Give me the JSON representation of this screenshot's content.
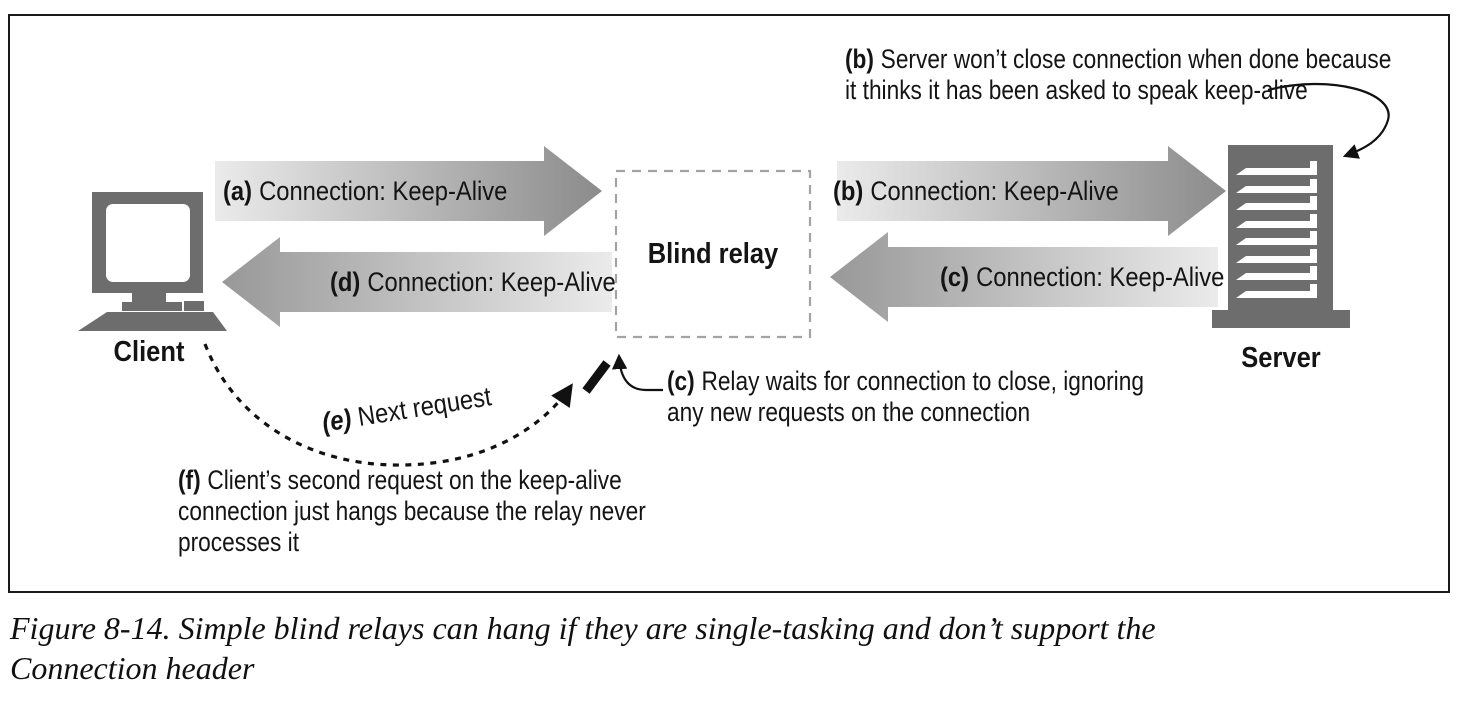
{
  "figure": {
    "caption_line1": "Figure 8-14. Simple blind relays can hang if they are single-tasking and don’t support the",
    "caption_line2": "Connection header"
  },
  "diagram": {
    "client_label": "Client",
    "server_label": "Server",
    "relay_label": "Blind relay",
    "arrows": {
      "a": {
        "prefix": "(a)",
        "label": "Connection: Keep-Alive",
        "direction": "client-to-relay"
      },
      "b": {
        "prefix": "(b)",
        "label": "Connection: Keep-Alive",
        "direction": "relay-to-server"
      },
      "c": {
        "prefix": "(c)",
        "label": "Connection: Keep-Alive",
        "direction": "server-to-relay"
      },
      "d": {
        "prefix": "(d)",
        "label": "Connection: Keep-Alive",
        "direction": "relay-to-client"
      }
    },
    "notes": {
      "b": {
        "prefix": "(b)",
        "line1": "Server won’t close connection when done because",
        "line2": "it thinks it has been asked to speak keep-alive"
      },
      "c": {
        "prefix": "(c)",
        "line1": "Relay waits for connection to close, ignoring",
        "line2": "any new requests on the connection"
      },
      "e": {
        "prefix": "(e)",
        "label": "Next request"
      },
      "f": {
        "prefix": "(f)",
        "line1": "Client’s second request on the keep-alive",
        "line2": "connection just hangs because the relay never",
        "line3": "processes it"
      }
    },
    "colors": {
      "icon_gray": "#6d6d6d",
      "arrow_dark": "#8b8b8b",
      "arrow_light": "#ebebeb",
      "frame_border": "#1a1a1a",
      "relay_dash": "#a3a3a3",
      "text": "#141414"
    }
  }
}
